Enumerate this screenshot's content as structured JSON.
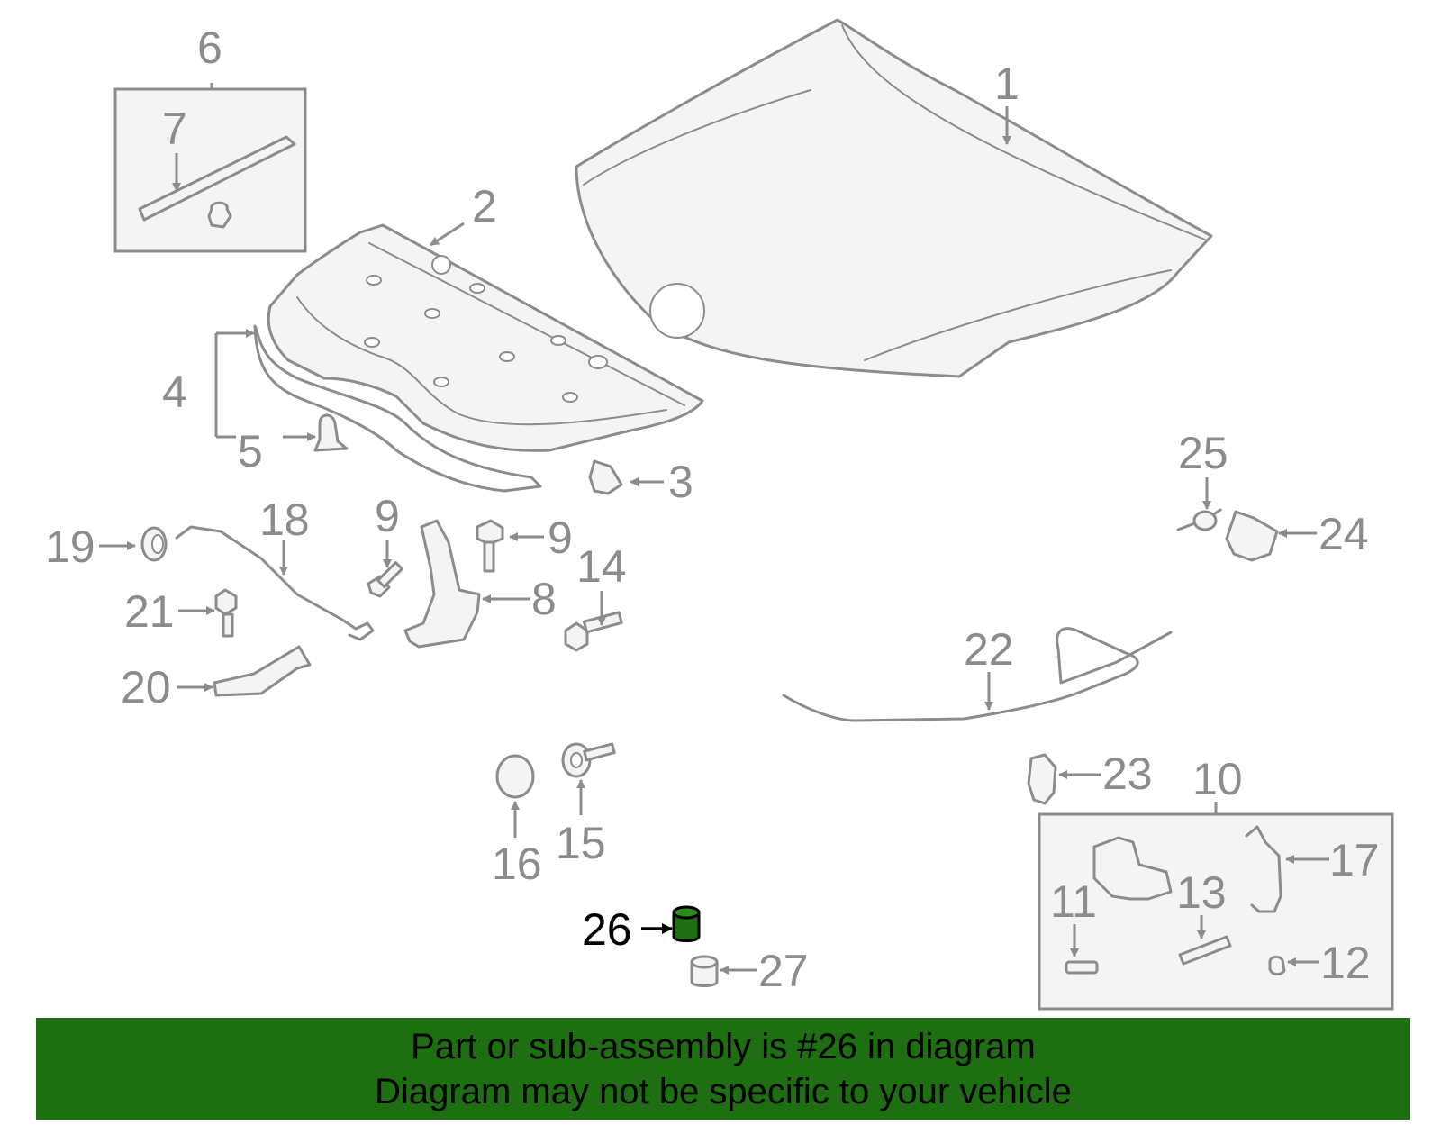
{
  "diagram": {
    "callouts": [
      "1",
      "2",
      "3",
      "4",
      "5",
      "6",
      "7",
      "8",
      "9",
      "9",
      "10",
      "11",
      "12",
      "13",
      "14",
      "15",
      "16",
      "17",
      "18",
      "19",
      "20",
      "21",
      "22",
      "23",
      "24",
      "25",
      "26",
      "27"
    ],
    "highlighted_part": "26",
    "highlight_color": "#1e6e12",
    "line_color": "#8c8c8c"
  },
  "banner": {
    "line1": "Part or sub-assembly is #26 in diagram",
    "line2": "Diagram may not be specific to your vehicle",
    "color": "#1e6e12"
  }
}
